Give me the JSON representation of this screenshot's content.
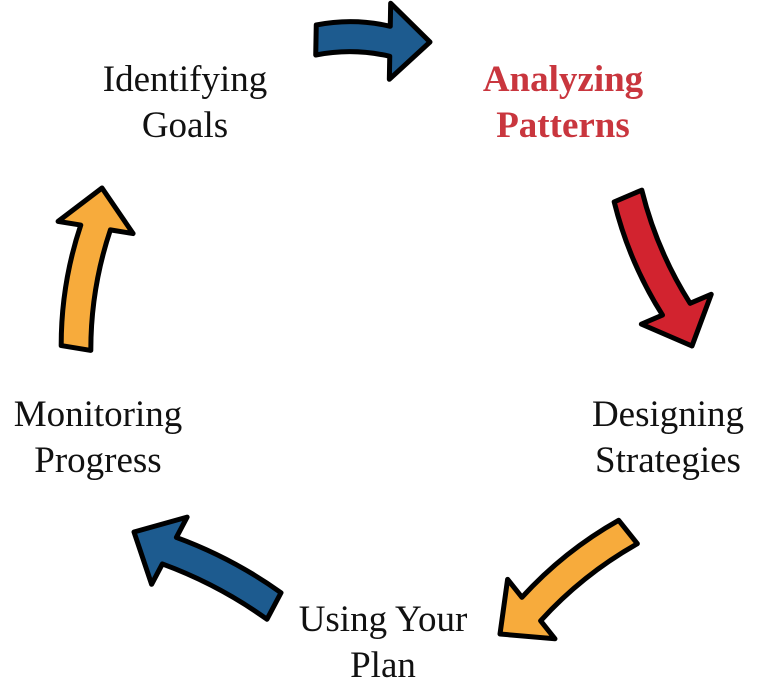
{
  "title": "Cycle diagram",
  "colors": {
    "blue": "#1d5b8f",
    "red": "#d2232f",
    "orange": "#f7ab3c",
    "active_text": "#c9363e",
    "text": "#111111",
    "outline": "#000000"
  },
  "steps": [
    {
      "line1": "Identifying",
      "line2": "Goals",
      "active": false
    },
    {
      "line1": "Analyzing",
      "line2": "Patterns",
      "active": true
    },
    {
      "line1": "Designing",
      "line2": "Strategies",
      "active": false
    },
    {
      "line1": "Using Your",
      "line2": "Plan",
      "active": false
    },
    {
      "line1": "Monitoring",
      "line2": "Progress",
      "active": false
    }
  ],
  "arrows": [
    {
      "from": "Identifying Goals",
      "to": "Analyzing Patterns",
      "color": "#1d5b8f"
    },
    {
      "from": "Analyzing Patterns",
      "to": "Designing Strategies",
      "color": "#d2232f"
    },
    {
      "from": "Designing Strategies",
      "to": "Using Your Plan",
      "color": "#f7ab3c"
    },
    {
      "from": "Using Your Plan",
      "to": "Monitoring Progress",
      "color": "#1d5b8f"
    },
    {
      "from": "Monitoring Progress",
      "to": "Identifying Goals",
      "color": "#f7ab3c"
    }
  ]
}
